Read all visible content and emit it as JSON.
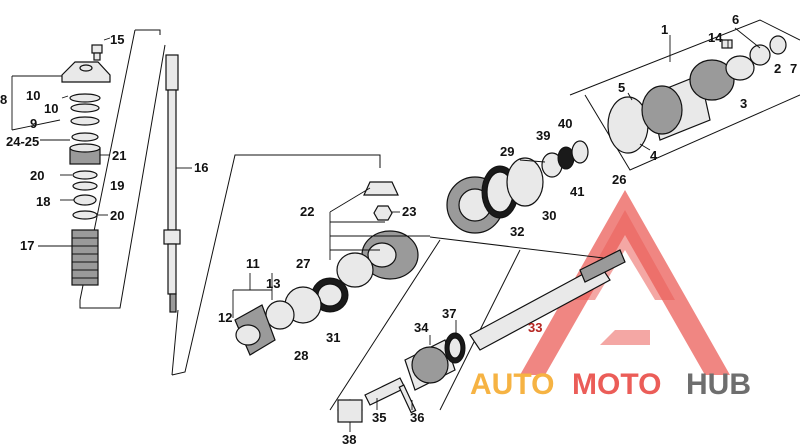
{
  "diagram": {
    "part_labels": [
      "1",
      "2",
      "3",
      "4",
      "5",
      "6",
      "7",
      "8",
      "9",
      "10",
      "10",
      "11",
      "12",
      "13",
      "14",
      "15",
      "16",
      "17",
      "18",
      "19",
      "20",
      "20",
      "21",
      "22",
      "23",
      "24-25",
      "26",
      "27",
      "28",
      "29",
      "30",
      "31",
      "32",
      "33",
      "34",
      "35",
      "36",
      "37",
      "38",
      "39",
      "40",
      "41"
    ]
  },
  "watermark": {
    "word_auto": "AUTO",
    "word_moto": "MOTO",
    "word_hub": "HUB",
    "colors": {
      "triangle": "#e8413c",
      "auto": "#f5a623",
      "moto": "#e8413c",
      "hub": "#555555"
    }
  }
}
